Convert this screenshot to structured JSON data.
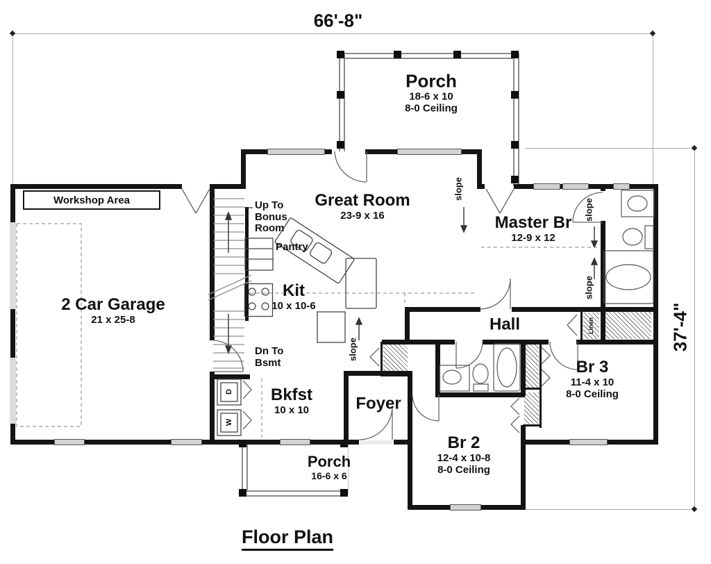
{
  "title": "Floor Plan",
  "dimensions": {
    "width": "66'-8\"",
    "depth": "37'-4\""
  },
  "rooms": {
    "porch_top": {
      "name": "Porch",
      "size": "18-6 x 10",
      "ceiling": "8-0 Ceiling"
    },
    "great_room": {
      "name": "Great Room",
      "size": "23-9 x 16"
    },
    "master_br": {
      "name": "Master Br",
      "size": "12-9 x 12"
    },
    "garage": {
      "name": "2 Car Garage",
      "size": "21 x 25-8"
    },
    "kitchen": {
      "name": "Kit",
      "size": "10 x 10-6"
    },
    "breakfast": {
      "name": "Bkfst",
      "size": "10 x 10"
    },
    "foyer": {
      "name": "Foyer"
    },
    "hall": {
      "name": "Hall"
    },
    "br3": {
      "name": "Br 3",
      "size": "11-4 x 10",
      "ceiling": "8-0 Ceiling"
    },
    "br2": {
      "name": "Br 2",
      "size": "12-4 x 10-8",
      "ceiling": "8-0 Ceiling"
    },
    "porch_bottom": {
      "name": "Porch",
      "size": "16-6 x 6"
    }
  },
  "annotations": {
    "workshop": "Workshop Area",
    "up_to": "Up To\nBonus\nRoom",
    "pantry": "Pantry",
    "dn_to": "Dn To\nBsmt",
    "linen": "Linen",
    "slope": "slope",
    "dryer": "D",
    "washer": "W"
  },
  "colors": {
    "wall": "#141414",
    "window": "#d2d2d2",
    "dimension": "#a9a9a9"
  }
}
